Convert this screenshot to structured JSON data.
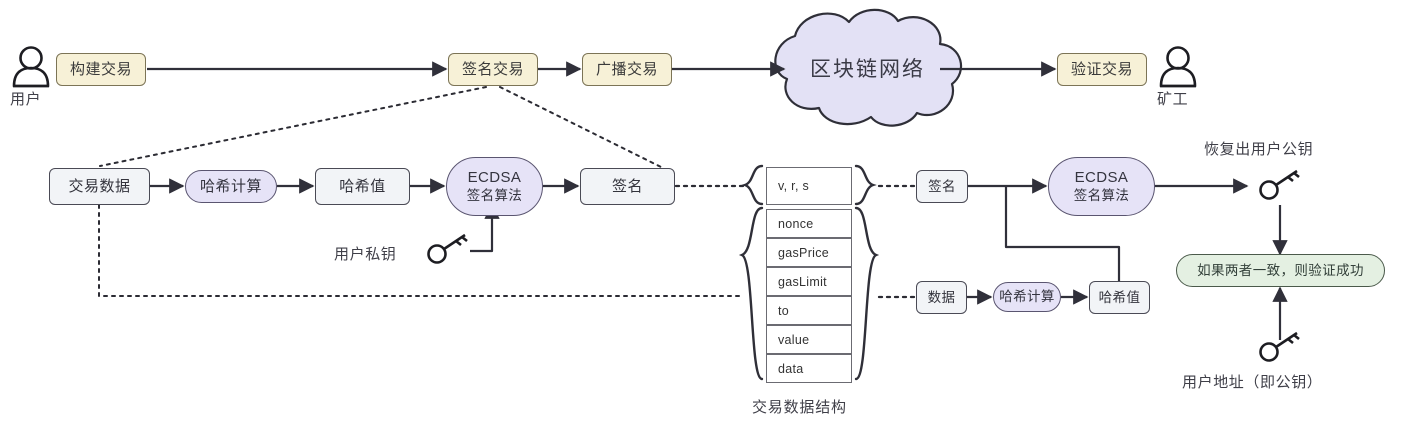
{
  "diagram": {
    "title_caption": "交易数据结构",
    "top_flow": {
      "user_label": "用户",
      "miner_label": "矿工",
      "build_tx": "构建交易",
      "sign_tx": "签名交易",
      "broadcast_tx": "广播交易",
      "network": "区块链网络",
      "verify_tx": "验证交易"
    },
    "sign_flow": {
      "tx_data": "交易数据",
      "hash_calc": "哈希计算",
      "hash_value": "哈希值",
      "ecdsa_top": "ECDSA",
      "ecdsa_bottom": "签名算法",
      "signature": "签名",
      "private_key_label": "用户私钥"
    },
    "tx_structure": {
      "rows": [
        "v, r, s",
        "nonce",
        "gasPrice",
        "gasLimit",
        "to",
        "value",
        "data"
      ]
    },
    "verify_flow": {
      "signature": "签名",
      "data": "数据",
      "hash_calc": "哈希计算",
      "hash_value": "哈希值",
      "ecdsa_top": "ECDSA",
      "ecdsa_bottom": "签名算法",
      "recovered_pubkey_label": "恢复出用户公钥",
      "match_result": "如果两者一致，则验证成功",
      "user_address_label": "用户地址（即公钥）"
    },
    "colors": {
      "cream_fill": "#f7f1d7",
      "lavender_fill": "#e6e3f7",
      "grey_fill": "#f2f4f7",
      "green_fill": "#e4f0e2",
      "cloud_fill": "#e3e1f5",
      "stroke": "#4a4a55"
    },
    "icons": {
      "user": "user-icon",
      "miner": "user-icon",
      "private_key": "key-icon",
      "public_key": "key-icon",
      "address_key": "key-icon"
    }
  }
}
